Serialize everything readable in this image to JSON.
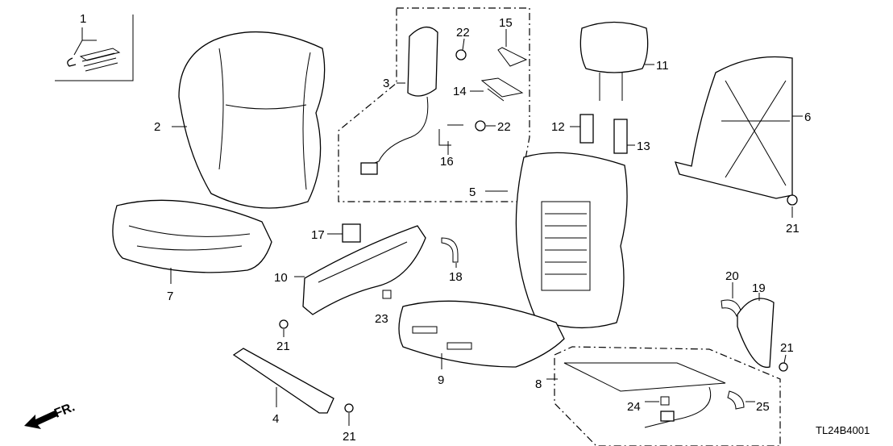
{
  "diagram": {
    "type": "exploded parts diagram",
    "drawing_code": "TL24B4001",
    "direction_label": "FR.",
    "callouts": [
      "1",
      "2",
      "3",
      "22",
      "15",
      "14",
      "22",
      "16",
      "11",
      "12",
      "13",
      "6",
      "21",
      "5",
      "17",
      "18",
      "10",
      "7",
      "23",
      "21",
      "9",
      "20",
      "19",
      "21",
      "8",
      "24",
      "25",
      "4",
      "21"
    ]
  }
}
